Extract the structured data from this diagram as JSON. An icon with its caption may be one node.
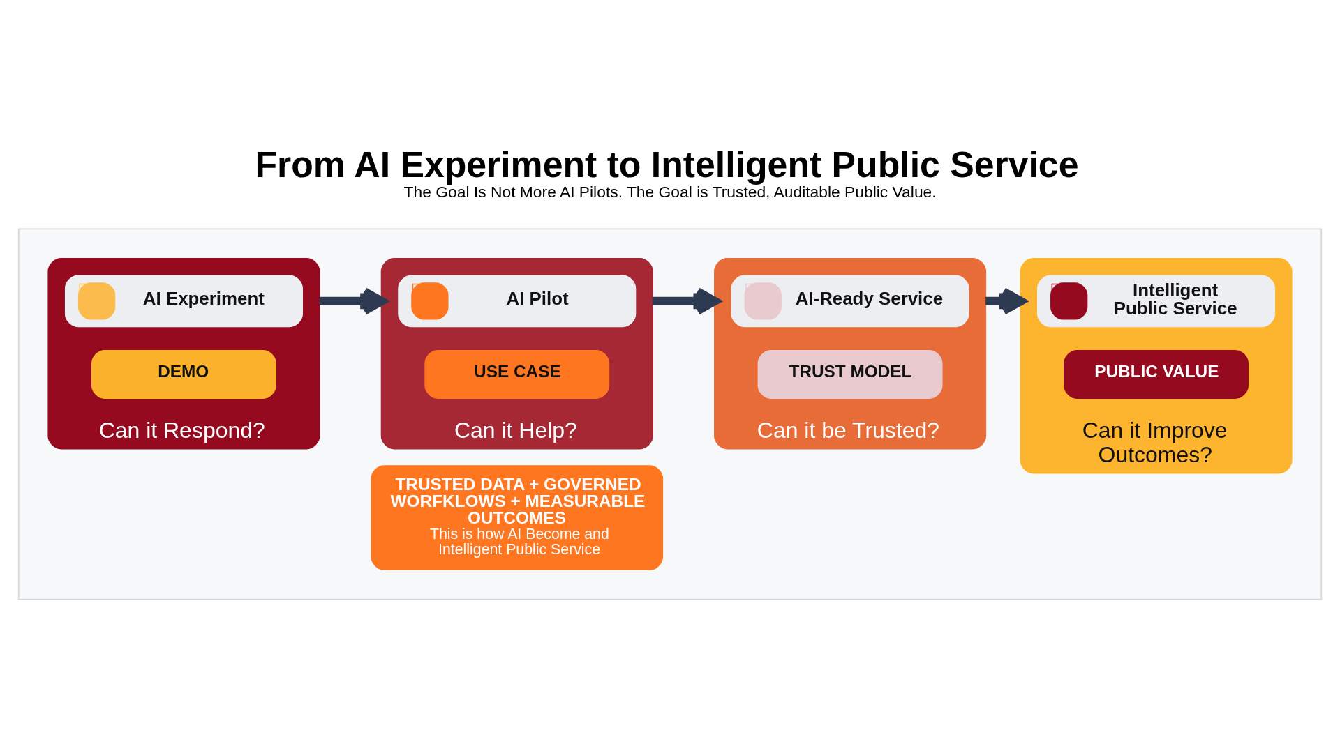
{
  "diagram": {
    "title": "From AI Experiment to Intelligent Public Service",
    "caption": "The Goal Is Not More AI Pilots. The Goal is Trusted, Auditable Public Value.",
    "nodes": [
      {
        "text": [],
        "shape": "box"
      },
      {
        "text": [
          "Can it Respond?"
        ],
        "in": 0
      },
      {
        "text": [
          "AI Experiment"
        ],
        "in": 1
      },
      {
        "text": [
          "DEMO"
        ],
        "in": 1
      },
      {
        "text": [
          "Can it Help?"
        ],
        "in": 0
      },
      {
        "text": [
          "AI Pilot"
        ],
        "in": 4
      },
      {
        "text": [
          "USE CASE"
        ],
        "in": 4
      },
      {
        "text": [
          "Can it be Trusted?"
        ],
        "in": 0
      },
      {
        "text": [
          "AI-Ready Service"
        ],
        "in": 7
      },
      {
        "text": [
          "TRUST MODEL"
        ],
        "in": 7
      },
      {
        "text": [
          "Can it Improve Outcomes?"
        ],
        "in": 0
      },
      {
        "text": [
          "Intelligent Public Service"
        ],
        "in": 10
      },
      {
        "text": [
          "PUBLIC VALUE"
        ],
        "in": 10
      },
      {
        "text": [
          "TRUSTED DATA + GOVERNED WORFKLOWS + MEASURABLE OUTCOMES",
          "This is how AI Become and Intelligent Public Service"
        ],
        "in": 0
      }
    ],
    "edges": [
      {
        "from": 1,
        "to": 4,
        "arrow": "to"
      },
      {
        "from": 4,
        "to": 7,
        "arrow": "to"
      },
      {
        "from": 7,
        "to": 10,
        "arrow": "to"
      }
    ]
  }
}
